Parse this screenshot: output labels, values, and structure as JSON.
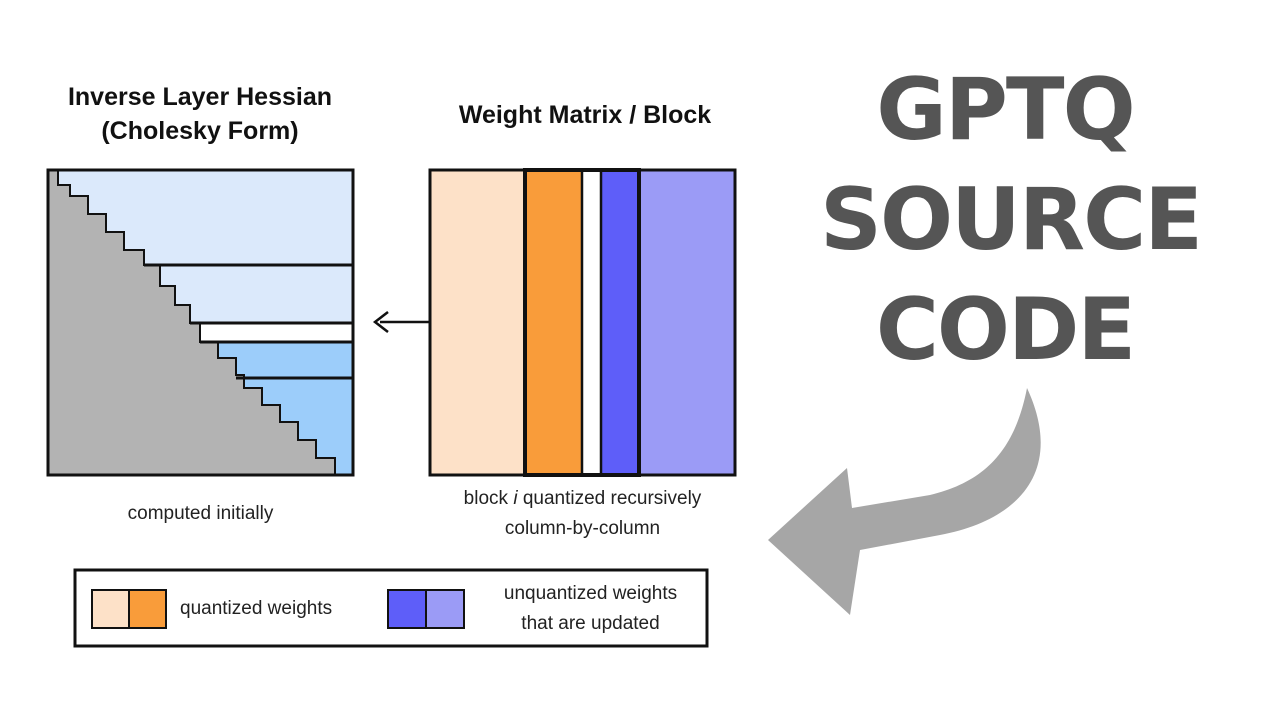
{
  "hessian": {
    "title_line1": "Inverse Layer Hessian",
    "title_line2": "(Cholesky Form)",
    "caption": "computed initially"
  },
  "weights": {
    "title": "Weight Matrix / Block",
    "caption_prefix": "block ",
    "caption_var": "i",
    "caption_suffix": " quantized recursively",
    "caption_line2": "column-by-column"
  },
  "legend": {
    "quantized_label": "quantized weights",
    "unquantized_line1": "unquantized weights",
    "unquantized_line2": "that are updated"
  },
  "banner": {
    "line1": "GPTQ",
    "line2": "SOURCE",
    "line3": "CODE"
  },
  "colors": {
    "quantized_light": "#fde1c8",
    "quantized_dark": "#f99c3a",
    "unquantized_dark": "#5e5ef9",
    "unquantized_light": "#9b9bf6",
    "hessian_light": "#dbe9fb",
    "hessian_mid": "#9ccdfa",
    "hessian_gray": "#b3b3b3",
    "banner_text": "#555555",
    "arrow_gray": "#a6a6a6"
  }
}
